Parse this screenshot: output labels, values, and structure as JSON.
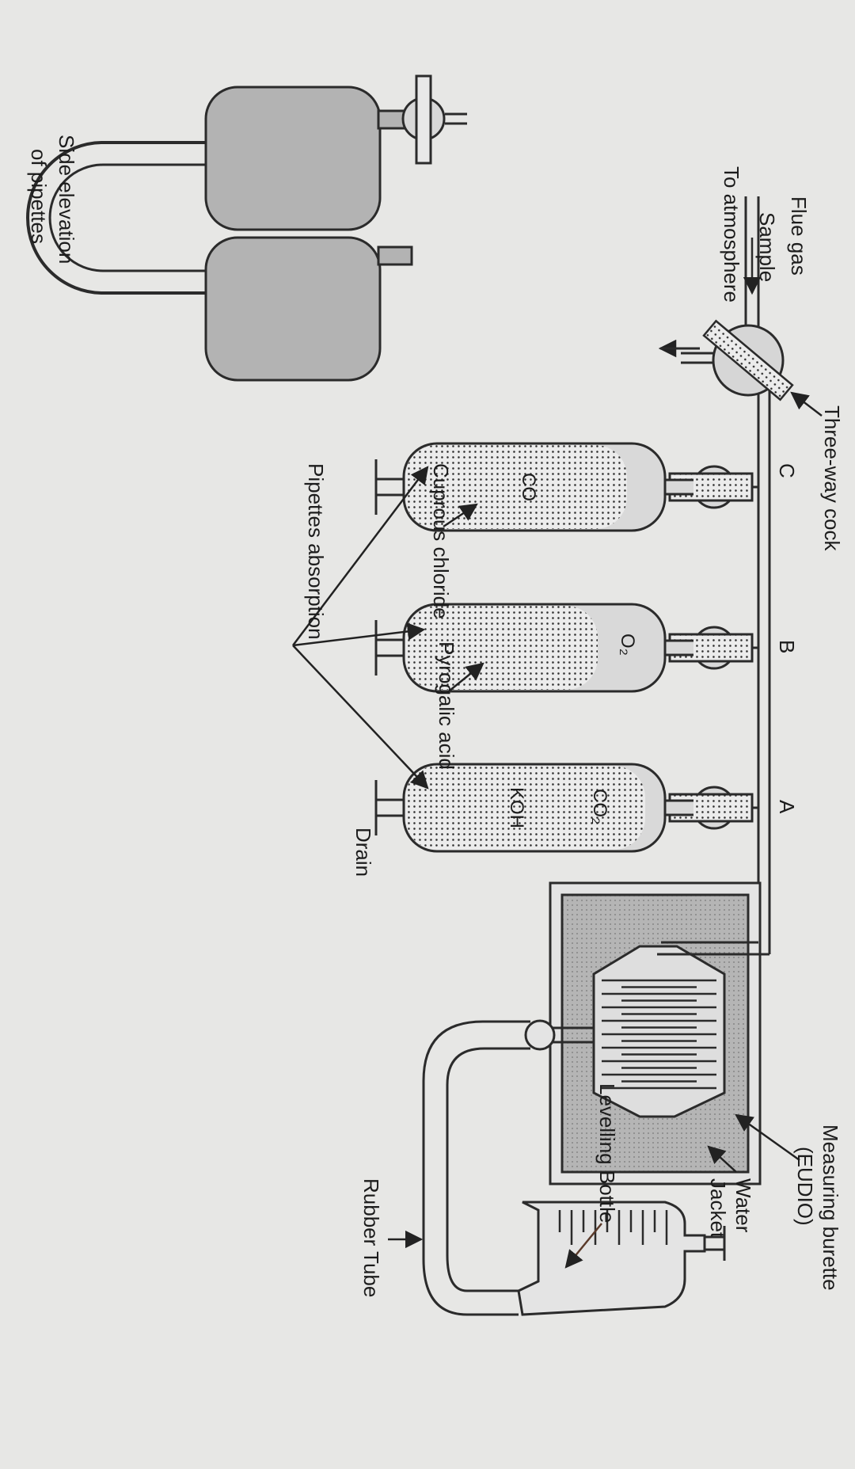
{
  "labels": {
    "flue_gas": "Flue gas",
    "sample": "Sample",
    "to_atmosphere": "To atmosphere",
    "three_way_cock": "Three-way cock",
    "side_elevation_line1": "Side elevation",
    "side_elevation_line2": "of pipettes",
    "cock_c": "C",
    "cock_b": "B",
    "cock_a": "A",
    "gas_co": "CO",
    "gas_o2": "O₂",
    "gas_co2": "CO₂",
    "reagent_koh": "KOH",
    "cuprous_chloride": "Cuprous chloride",
    "pyrogalic_acid": "Pyrogalic acid",
    "pipettes_absorption": "Pipettes absorption",
    "drain": "Drain",
    "measuring_burette_line1": "Measuring burette",
    "measuring_burette_line2": "(EUDIO)",
    "water_jacket_line1": "Water",
    "water_jacket_line2": "Jacket",
    "levelling_bottle": "Levelling Bottle",
    "rubber_tube": "Rubber Tube"
  },
  "colors": {
    "pipette_fill": "#b3b3b3",
    "jacket_fill": "#b5b5b5",
    "line": "#2b2b2b",
    "paper": "#e7e7e5"
  }
}
